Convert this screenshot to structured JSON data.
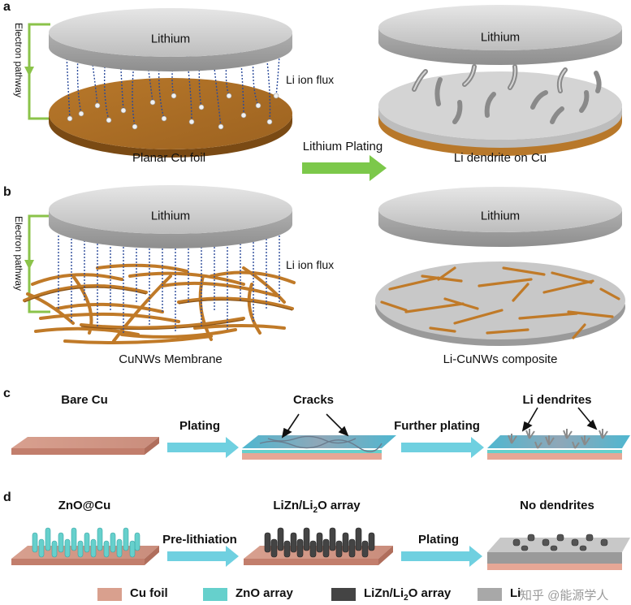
{
  "panels": {
    "a": {
      "label": "a",
      "electron_pathway": "Electron pathway",
      "left_disk": "Lithium",
      "left_flux": "Li ion flux",
      "left_caption": "Planar Cu foil",
      "arrow_label": "Lithium Plating",
      "right_disk": "Lithium",
      "right_caption": "Li dendrite on Cu"
    },
    "b": {
      "label": "b",
      "electron_pathway": "Electron pathway",
      "left_disk": "Lithium",
      "left_flux": "Li ion flux",
      "left_caption": "CuNWs Membrane",
      "right_disk": "Lithium",
      "right_caption": "Li-CuNWs composite"
    },
    "c": {
      "label": "c",
      "stage1": "Bare Cu",
      "arrow1": "Plating",
      "stage2": "Cracks",
      "arrow2": "Further plating",
      "stage3": "Li dendrites"
    },
    "d": {
      "label": "d",
      "stage1": "ZnO@Cu",
      "arrow1": "Pre-lithiation",
      "stage2_prefix": "LiZn/Li",
      "stage2_sub": "2",
      "stage2_suffix": "O array",
      "arrow2": "Plating",
      "stage3": "No dendrites"
    }
  },
  "legend": [
    {
      "label": "Cu foil",
      "color": "#d9a08e"
    },
    {
      "label": "ZnO array",
      "color": "#66d0cc"
    },
    {
      "label_prefix": "LiZn/Li",
      "label_sub": "2",
      "label_suffix": "O array",
      "color": "#444444"
    },
    {
      "label": "Li",
      "color": "#a8a8a8"
    }
  ],
  "watermark": "知乎 @能源学人",
  "colors": {
    "copper": "#b8782a",
    "lithium_gray": "#c4c4c4",
    "arrow_green": "#7cc84a",
    "arrow_cyan": "#6fd0e0",
    "electron_green": "#8bc34a",
    "flux_blue": "#2a4a9a"
  }
}
